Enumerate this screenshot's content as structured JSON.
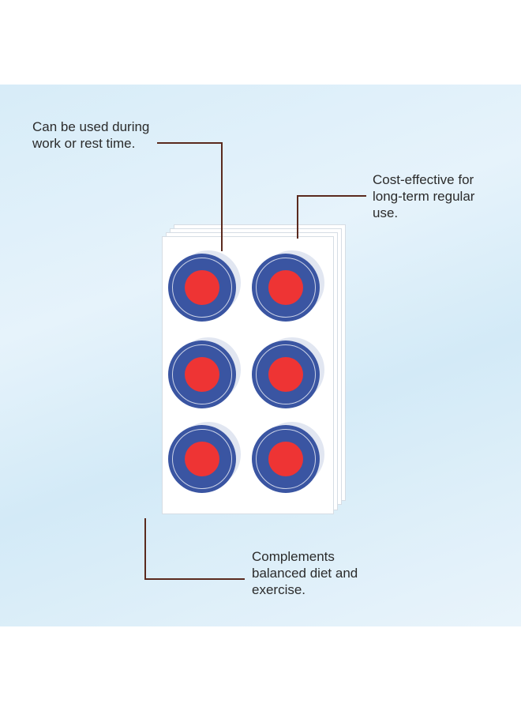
{
  "colors": {
    "background_panel": "#dbeef9",
    "leader_line": "#5a2a1e",
    "patch_outer": "#3a55a2",
    "patch_center": "#ee3434",
    "text": "#2b2b2b"
  },
  "callouts": {
    "top_left": "Can be used during\nwork or rest time.",
    "top_right": "Cost-effective for\nlong-term regular\nuse.",
    "bottom": "Complements\nbalanced diet and\nexercise."
  },
  "patches": {
    "rows": 3,
    "columns": 2,
    "sheet_count": 4
  }
}
